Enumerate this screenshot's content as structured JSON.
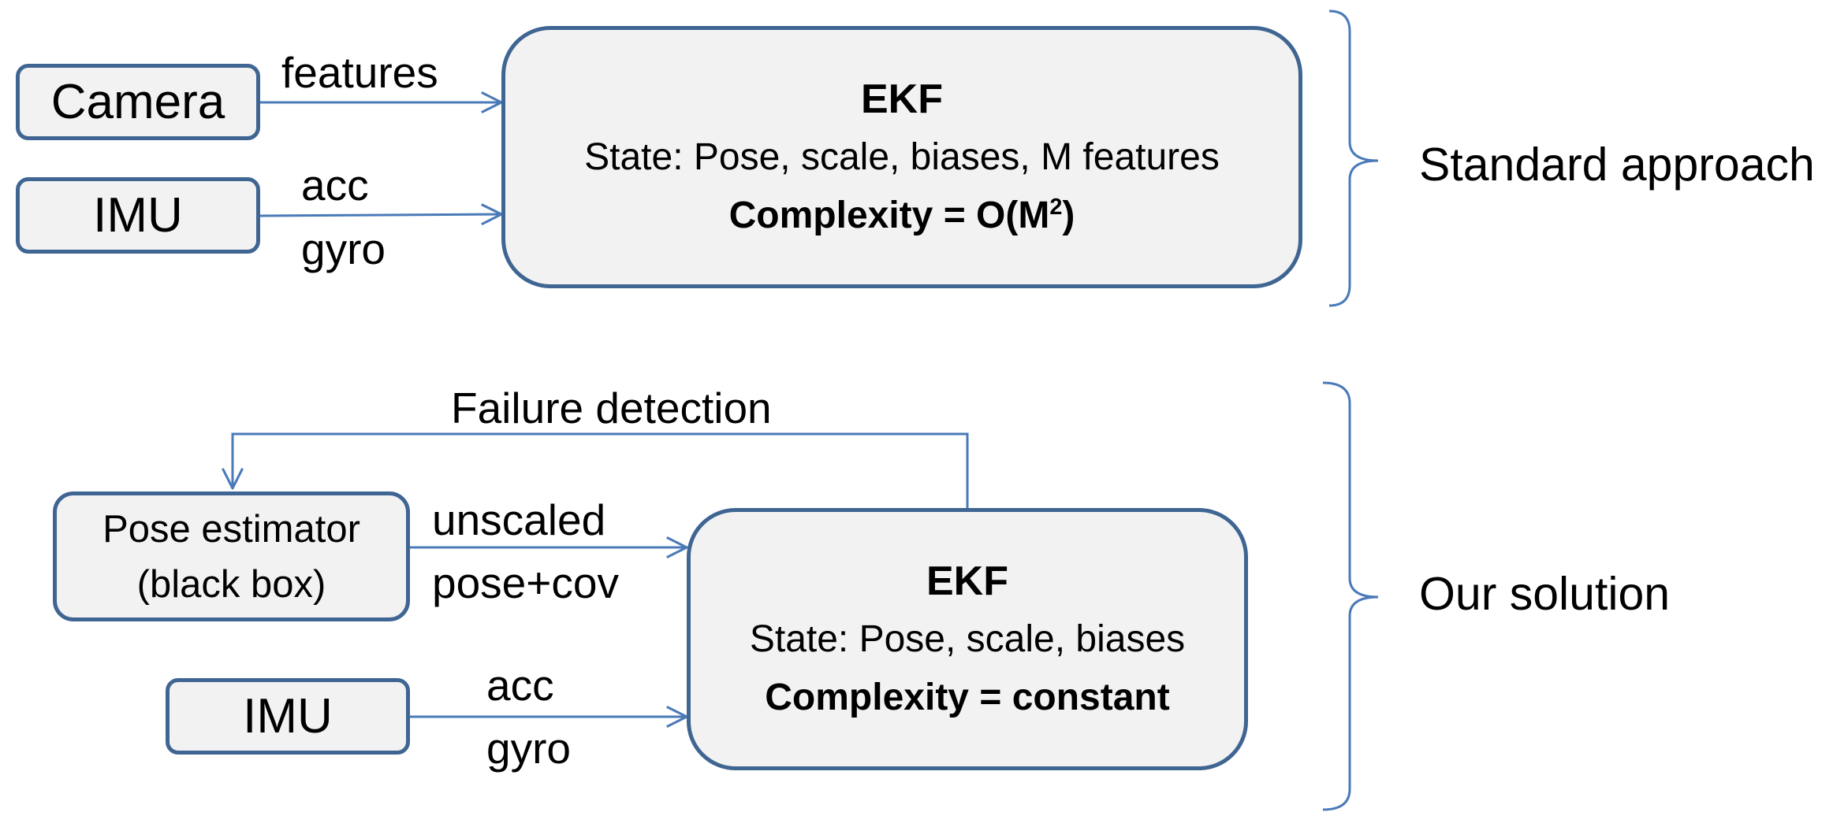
{
  "top": {
    "camera_label": "Camera",
    "imu_label": "IMU",
    "features_label": "features",
    "acc_label": "acc",
    "gyro_label": "gyro",
    "ekf": {
      "title": "EKF",
      "state": "State: Pose, scale, biases, M features",
      "complexity_prefix": "Complexity = O(M",
      "complexity_exponent": "2",
      "complexity_suffix": ")"
    },
    "section_label": "Standard approach"
  },
  "bottom": {
    "feedback_label": "Failure detection",
    "pose_line1": "Pose estimator",
    "pose_line2": "(black box)",
    "unscaled_label": "unscaled",
    "posecov_label": "pose+cov",
    "imu_label": "IMU",
    "acc_label": "acc",
    "gyro_label": "gyro",
    "ekf": {
      "title": "EKF",
      "state": "State: Pose, scale, biases",
      "complexity": "Complexity = constant"
    },
    "section_label": "Our solution"
  },
  "colors": {
    "border": "#3f6592",
    "arrow": "#4a7ab8",
    "box_fill": "#f2f2f2"
  }
}
